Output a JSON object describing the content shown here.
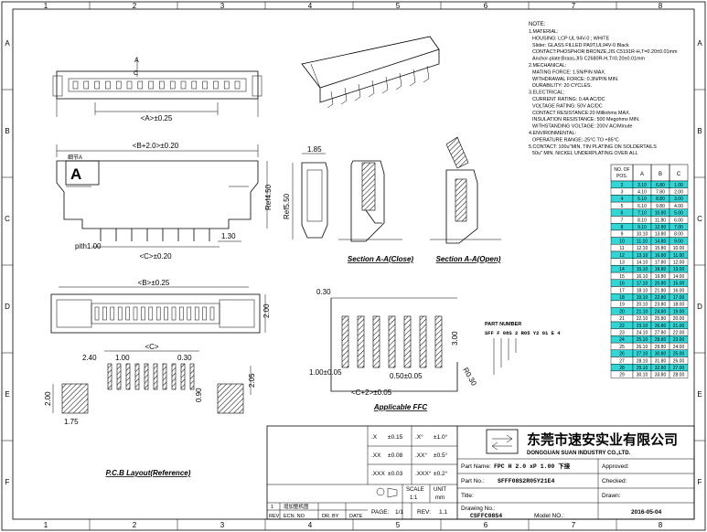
{
  "grid": {
    "cols": [
      "1",
      "2",
      "3",
      "4",
      "5",
      "6",
      "7",
      "8"
    ],
    "rows": [
      "A",
      "B",
      "C",
      "D",
      "E",
      "F"
    ]
  },
  "notes": {
    "heading": "NOTE:",
    "lines": [
      "1.MATERIAL:",
      "HOUSING: LCP  UL 94V-0 ; WHITE",
      "Slider: GLASS FILLED PA9T,UL94V-0 Black",
      "CONTACT:PHOSPHOR BRONZE,JIS C5191R-H,T=0.20±0.01mm",
      "Anchor-plate:Brass,JIS C2680R-H,T=0.20±0.01mm",
      "2.MECHANICAL:",
      "MATING FORCE: 1.5N/PIN MAX.",
      "WITHDRAWAL FORCE: 0.3N/PIN MIN.",
      "DURABILITY: 20 CYCLES.",
      "3.ELECTRICAL:",
      "CURRENT RATING: 0.4A AC/DC",
      "VOLTAGE RATING: 50V AC/DC",
      "CONTACT RESISTANCE:20 Milliohms MAX.",
      "INSULATION RESISTANCE: 500 Megohms MIN.",
      "WITHSTANDING VOLTAGE: 200V AC/Minute",
      "4.ENVIRONMENTAL:",
      "OPERATURE RANGE:-25°C TO +85°C",
      "5.CONTACT: 100u\"MIN.  TIN PLATING ON SOLDERTAILS",
      "50u\" MIN. NICKEL UNDERPLATING OVER ALL"
    ]
  },
  "pos_table": {
    "headers": [
      "NO. OF POS.",
      "A",
      "B",
      "C"
    ],
    "rows": [
      [
        "2",
        "3.10",
        "6.80",
        "1.00"
      ],
      [
        "3",
        "4.10",
        "7.80",
        "2.00"
      ],
      [
        "4",
        "5.10",
        "8.80",
        "3.00"
      ],
      [
        "5",
        "6.10",
        "9.80",
        "4.00"
      ],
      [
        "6",
        "7.10",
        "10.80",
        "5.00"
      ],
      [
        "7",
        "8.10",
        "11.80",
        "6.00"
      ],
      [
        "8",
        "9.10",
        "12.80",
        "7.00"
      ],
      [
        "9",
        "10.10",
        "13.80",
        "8.00"
      ],
      [
        "10",
        "11.10",
        "14.80",
        "9.00"
      ],
      [
        "11",
        "12.10",
        "15.80",
        "10.00"
      ],
      [
        "12",
        "13.10",
        "16.80",
        "11.00"
      ],
      [
        "13",
        "14.10",
        "17.80",
        "12.00"
      ],
      [
        "14",
        "15.10",
        "18.80",
        "13.00"
      ],
      [
        "15",
        "16.10",
        "19.80",
        "14.00"
      ],
      [
        "16",
        "17.10",
        "20.80",
        "15.00"
      ],
      [
        "17",
        "18.10",
        "21.80",
        "16.00"
      ],
      [
        "18",
        "19.10",
        "22.80",
        "17.00"
      ],
      [
        "19",
        "20.10",
        "23.80",
        "18.00"
      ],
      [
        "20",
        "21.10",
        "24.80",
        "19.00"
      ],
      [
        "21",
        "22.10",
        "25.80",
        "20.00"
      ],
      [
        "22",
        "23.10",
        "26.80",
        "21.00"
      ],
      [
        "23",
        "24.10",
        "27.80",
        "22.00"
      ],
      [
        "24",
        "25.10",
        "28.80",
        "23.00"
      ],
      [
        "25",
        "26.10",
        "29.80",
        "24.00"
      ],
      [
        "26",
        "27.10",
        "30.80",
        "25.00"
      ],
      [
        "27",
        "28.10",
        "31.80",
        "26.00"
      ],
      [
        "28",
        "29.10",
        "32.80",
        "27.00"
      ],
      [
        "29",
        "30.10",
        "33.80",
        "28.00"
      ]
    ],
    "highlight_color": "#33d6d6"
  },
  "dims": {
    "a": "<A>±0.25",
    "b": "<B+2.0>±0.20",
    "c": "<C>±0.20",
    "b2": "<B>±0.25",
    "c_only": "<C>",
    "pith": "pith1.00",
    "d130": "1.30",
    "d185": "1.85",
    "d450": "Ref4.50",
    "d550": "Ref5.50",
    "d200": "2.00",
    "d240": "2.40",
    "d100": "1.00",
    "d030": "0.30",
    "d205": "2.05",
    "d090": "0.90",
    "d175": "1.75",
    "d200b": "2.00",
    "ffc_030": "0.30",
    "ffc_100": "1.00±0.05",
    "ffc_050": "0.50±0.05",
    "ffc_c2": "<C+2>±0.05",
    "ffc_300": "3.00",
    "ffc_r": "R0.30",
    "label_a": "A",
    "label_c": "C",
    "detail_label": "细节A"
  },
  "captions": {
    "sec_close": "Section A-A(Close)",
    "sec_open": "Section A-A(Open)",
    "pcb": "P.C.B Layout(Reference)",
    "ffc": "Applicable FFC"
  },
  "part_number": {
    "title": "PART NUMBER",
    "code": "SFF F 08S 2 R05 Y2 01 E 4"
  },
  "title_block": {
    "company_cn": "东莞市速安实业有限公司",
    "company_en": "DONGGUAN SUAN INDUSTRY CO.,LTD.",
    "tol": [
      [
        "X",
        "±0.15",
        "X°",
        "±1.0°"
      ],
      [
        "XX",
        "±0.08",
        "XX°",
        "±0.5°"
      ],
      [
        "XXX",
        "±0.03",
        "XXX°",
        "±0.2°"
      ]
    ],
    "part_name_label": "Part Name:",
    "part_name": "FPC H 2.0 xP 1.00 下接",
    "part_no_label": "Part No.:",
    "part_no": "SFFF08S2R05Y21E4",
    "title_label": "Title:",
    "drawing_label": "Drawing No.:",
    "drawing_no": "CSFFC08S4",
    "model_label": "Model NO.:",
    "approved": "Approved:",
    "checked": "Checked:",
    "drawn": "Drawn:",
    "date": "2016-05-04",
    "scale_label": "SCALE",
    "scale": "1:1",
    "unit_label": "UNIT",
    "unit": "mm",
    "page_label": "PAGE:",
    "page": "1/1",
    "rev_label": "REV:",
    "rev": "1.1",
    "rev_headers": [
      "REV",
      "ECN. NO",
      "DR. BY",
      "DATE"
    ],
    "rev_row": [
      "1",
      "",
      "",
      ""
    ],
    "rev_row_text": "增加整机图"
  }
}
